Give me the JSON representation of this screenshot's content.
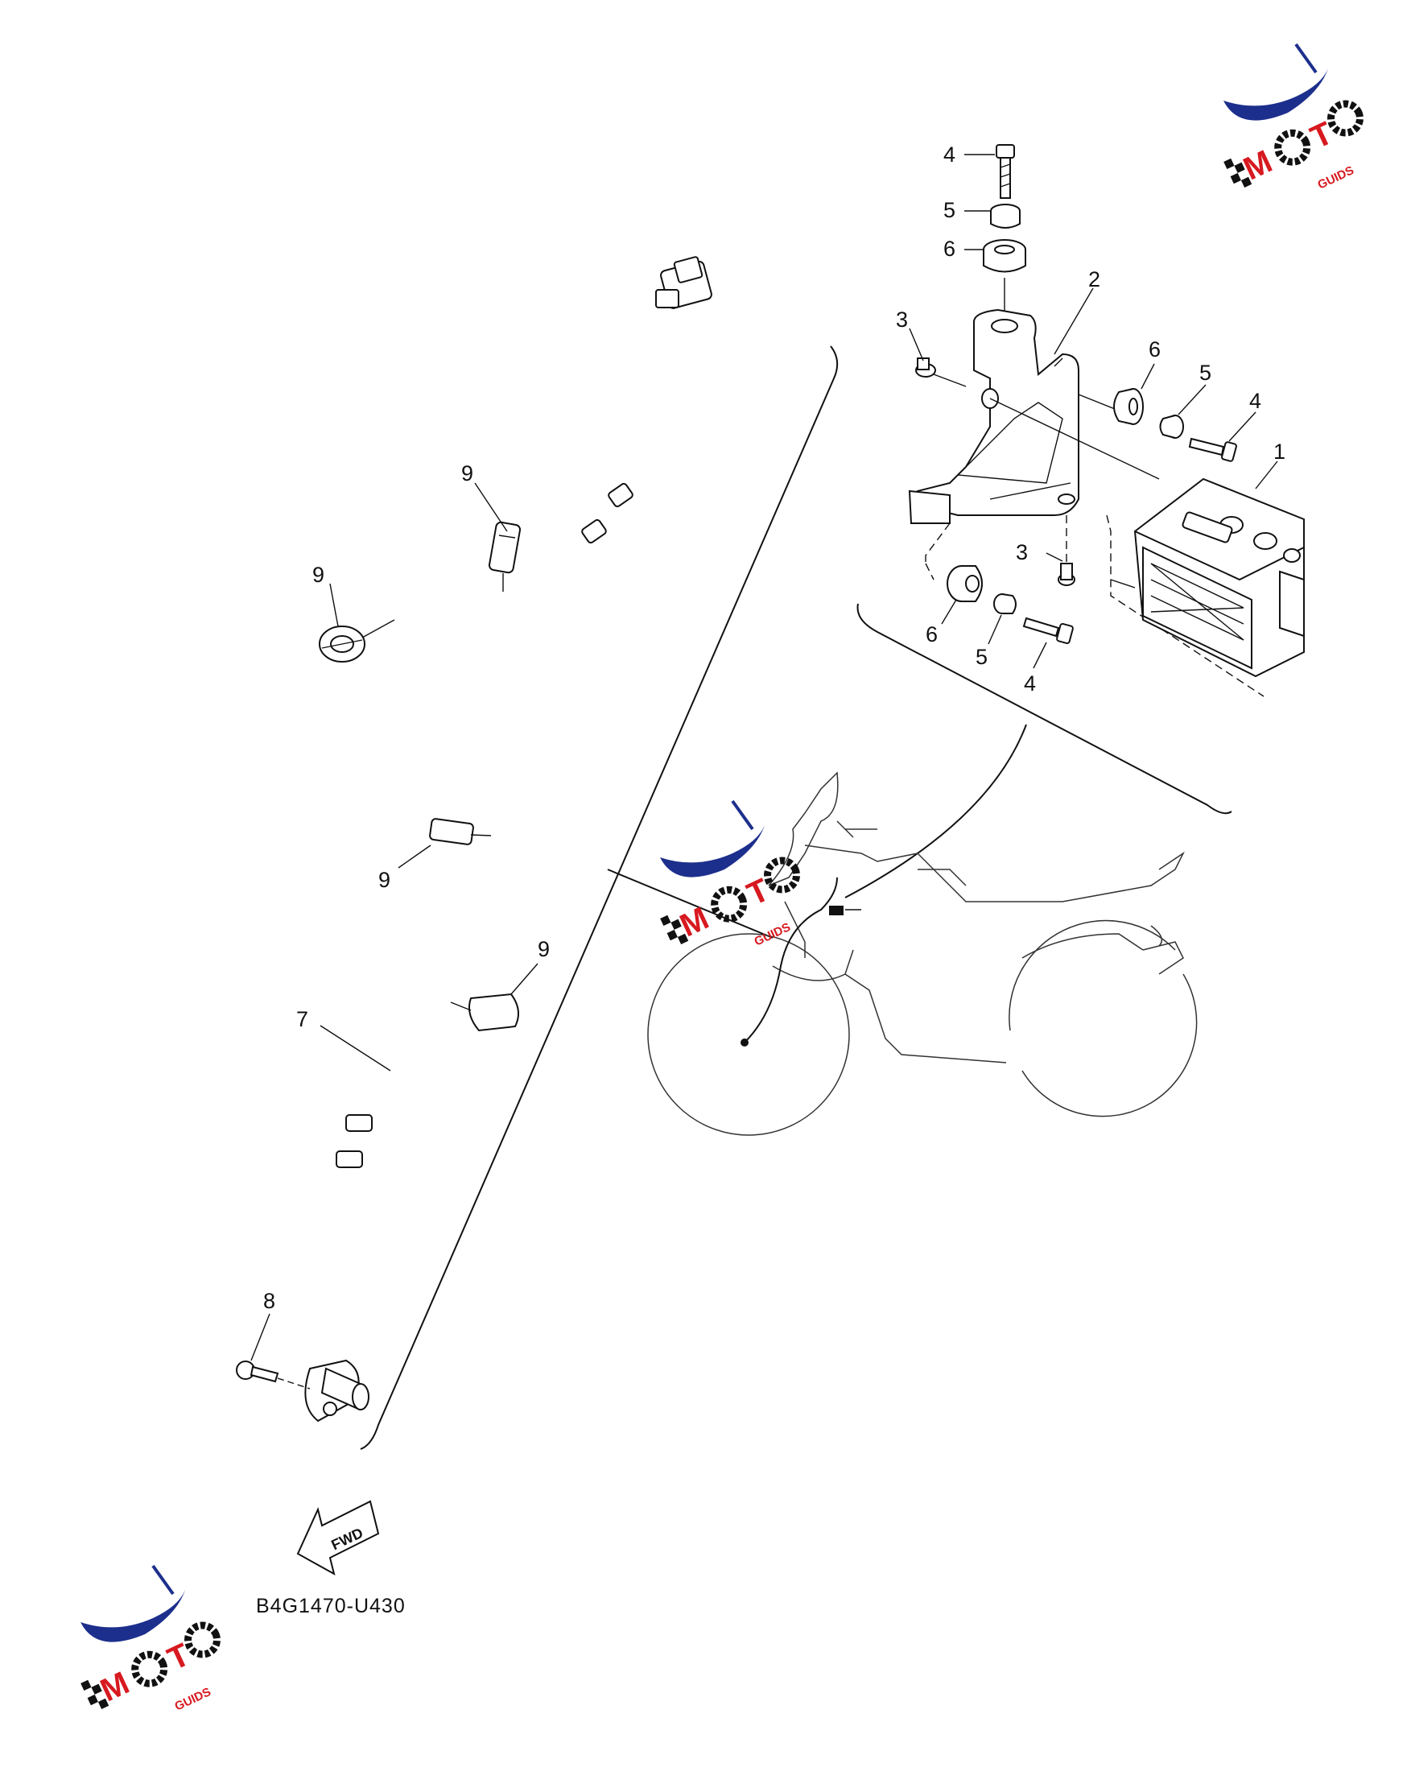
{
  "diagram": {
    "part_code": "B4G1470-U430",
    "fwd_label": "FWD",
    "callouts": {
      "c1": "1",
      "c2": "2",
      "c3a": "3",
      "c3b": "3",
      "c4a": "4",
      "c4b": "4",
      "c4c": "4",
      "c5a": "5",
      "c5b": "5",
      "c5c": "5",
      "c6a": "6",
      "c6b": "6",
      "c6c": "6",
      "c7": "7",
      "c8": "8",
      "c9a": "9",
      "c9b": "9",
      "c9c": "9",
      "c9d": "9"
    }
  },
  "watermark": {
    "brand_letters": "MOTO",
    "brand_suffix": "GUIDS",
    "colors": {
      "blue": "#1d2f8c",
      "red": "#d71920",
      "black": "#111111"
    }
  }
}
